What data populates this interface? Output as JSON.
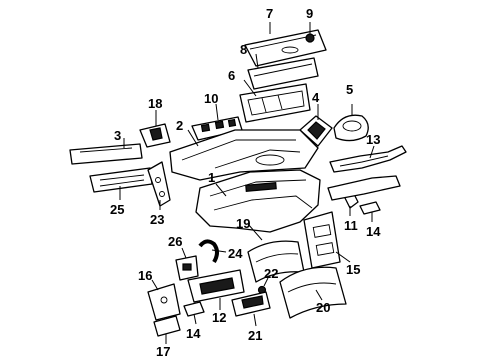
{
  "callouts": {
    "c1": "1",
    "c2": "2",
    "c3": "3",
    "c4": "4",
    "c5": "5",
    "c6": "6",
    "c7": "7",
    "c8": "8",
    "c9": "9",
    "c10": "10",
    "c11": "11",
    "c12": "12",
    "c13": "13",
    "c14a": "14",
    "c14b": "14",
    "c15": "15",
    "c16": "16",
    "c17": "17",
    "c18": "18",
    "c19": "19",
    "c20": "20",
    "c21": "21",
    "c22": "22",
    "c23": "23",
    "c24": "24",
    "c25": "25",
    "c26": "26"
  }
}
